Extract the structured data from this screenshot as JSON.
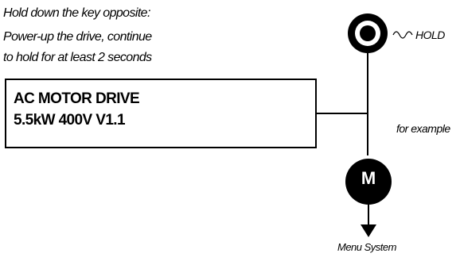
{
  "instructions": [
    "Hold down the key opposite:",
    "Power-up the drive, continue",
    "to hold for at least 2 seconds"
  ],
  "display": {
    "line1": "AC MOTOR DRIVE",
    "line2": "5.5kW 400V V1.1"
  },
  "labels": {
    "hold": "HOLD",
    "example": "for example",
    "m_key": "M",
    "menu_system": "Menu System"
  },
  "icons": {
    "hold_key": "stop-key-icon",
    "m_key": "m-key-icon",
    "arrow": "arrow-down-icon"
  }
}
